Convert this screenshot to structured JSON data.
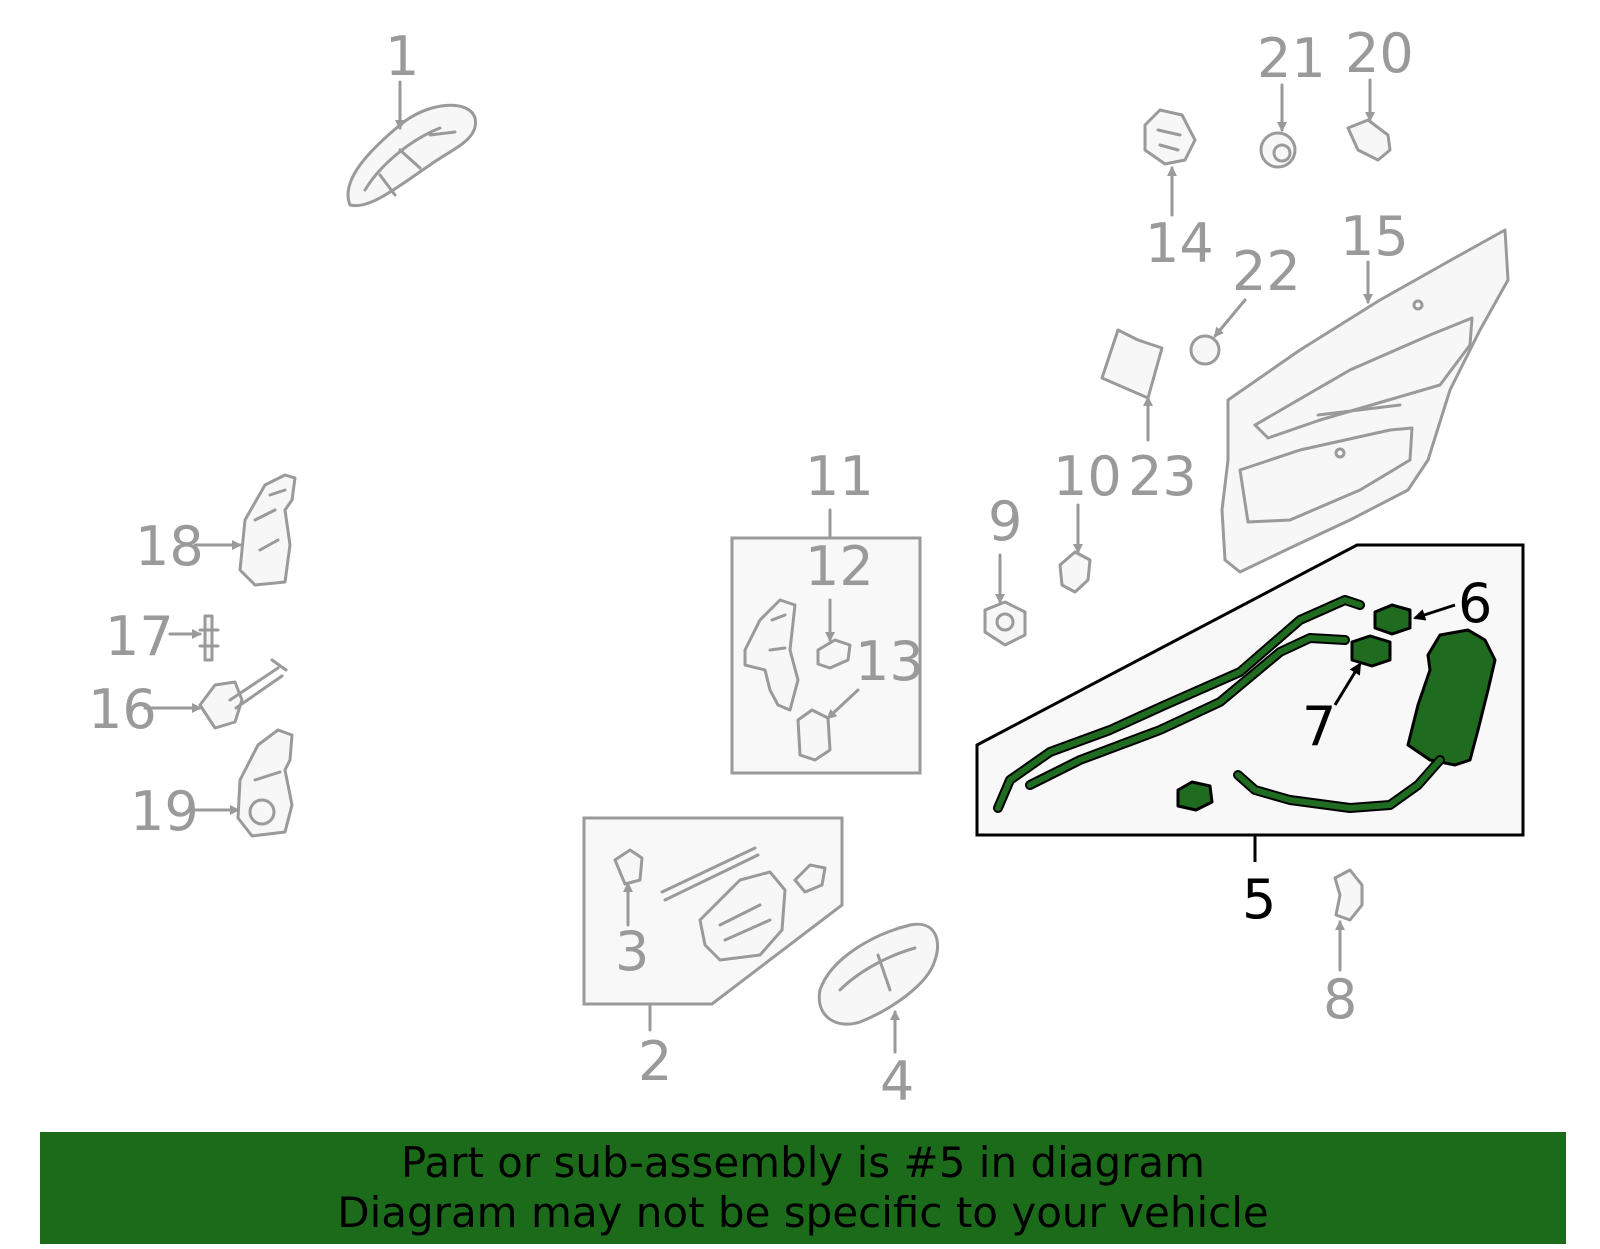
{
  "callouts": [
    {
      "id": "1",
      "label": "1",
      "highlighted": false
    },
    {
      "id": "2",
      "label": "2",
      "highlighted": false
    },
    {
      "id": "3",
      "label": "3",
      "highlighted": false
    },
    {
      "id": "4",
      "label": "4",
      "highlighted": false
    },
    {
      "id": "5",
      "label": "5",
      "highlighted": true
    },
    {
      "id": "6",
      "label": "6",
      "highlighted": true
    },
    {
      "id": "7",
      "label": "7",
      "highlighted": true
    },
    {
      "id": "8",
      "label": "8",
      "highlighted": false
    },
    {
      "id": "9",
      "label": "9",
      "highlighted": false
    },
    {
      "id": "10",
      "label": "10",
      "highlighted": false
    },
    {
      "id": "11",
      "label": "11",
      "highlighted": false
    },
    {
      "id": "12",
      "label": "12",
      "highlighted": false
    },
    {
      "id": "13",
      "label": "13",
      "highlighted": false
    },
    {
      "id": "14",
      "label": "14",
      "highlighted": false
    },
    {
      "id": "15",
      "label": "15",
      "highlighted": false
    },
    {
      "id": "16",
      "label": "16",
      "highlighted": false
    },
    {
      "id": "17",
      "label": "17",
      "highlighted": false
    },
    {
      "id": "18",
      "label": "18",
      "highlighted": false
    },
    {
      "id": "19",
      "label": "19",
      "highlighted": false
    },
    {
      "id": "20",
      "label": "20",
      "highlighted": false
    },
    {
      "id": "21",
      "label": "21",
      "highlighted": false
    },
    {
      "id": "22",
      "label": "22",
      "highlighted": false
    },
    {
      "id": "23",
      "label": "23",
      "highlighted": false
    }
  ],
  "banner": {
    "line1": "Part or sub-assembly is #5 in diagram",
    "line2": "Diagram may not be specific to your vehicle"
  },
  "colors": {
    "highlight": "#1f6b1f",
    "banner": "#1b6b1b",
    "parts": "#9a9a9a"
  }
}
